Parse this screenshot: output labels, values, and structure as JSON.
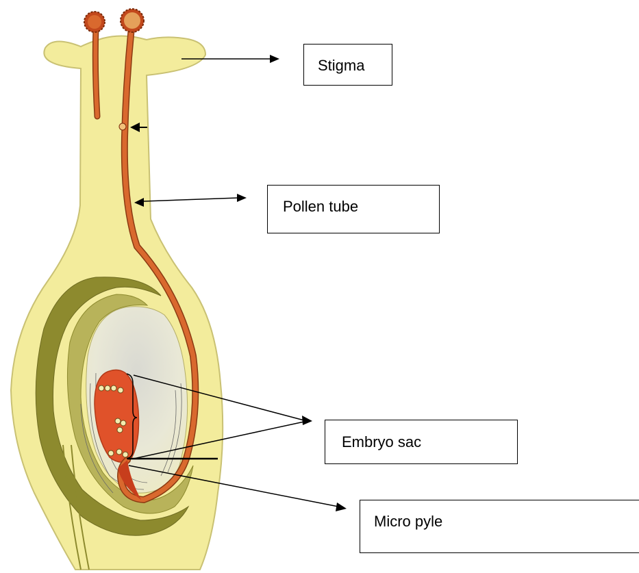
{
  "labels": {
    "stigma": "Stigma",
    "pollen_tube": "Pollen tube",
    "embryo_sac": "Embryo sac",
    "micropyle": "Micro pyle"
  },
  "colors": {
    "pistil_fill": "#f3ec9c",
    "pistil_outline": "#c9c173",
    "pollen_tube": "#d9692e",
    "pollen_tube_outline": "#8a3a12",
    "pollen_grain": "#c2481c",
    "embryo_sac": "#e0522a",
    "integument": "#8d8a2e",
    "nucellus": "#e7e6d2",
    "arrow": "#000000"
  },
  "icons": {
    "arrowhead": "filled-triangle"
  }
}
